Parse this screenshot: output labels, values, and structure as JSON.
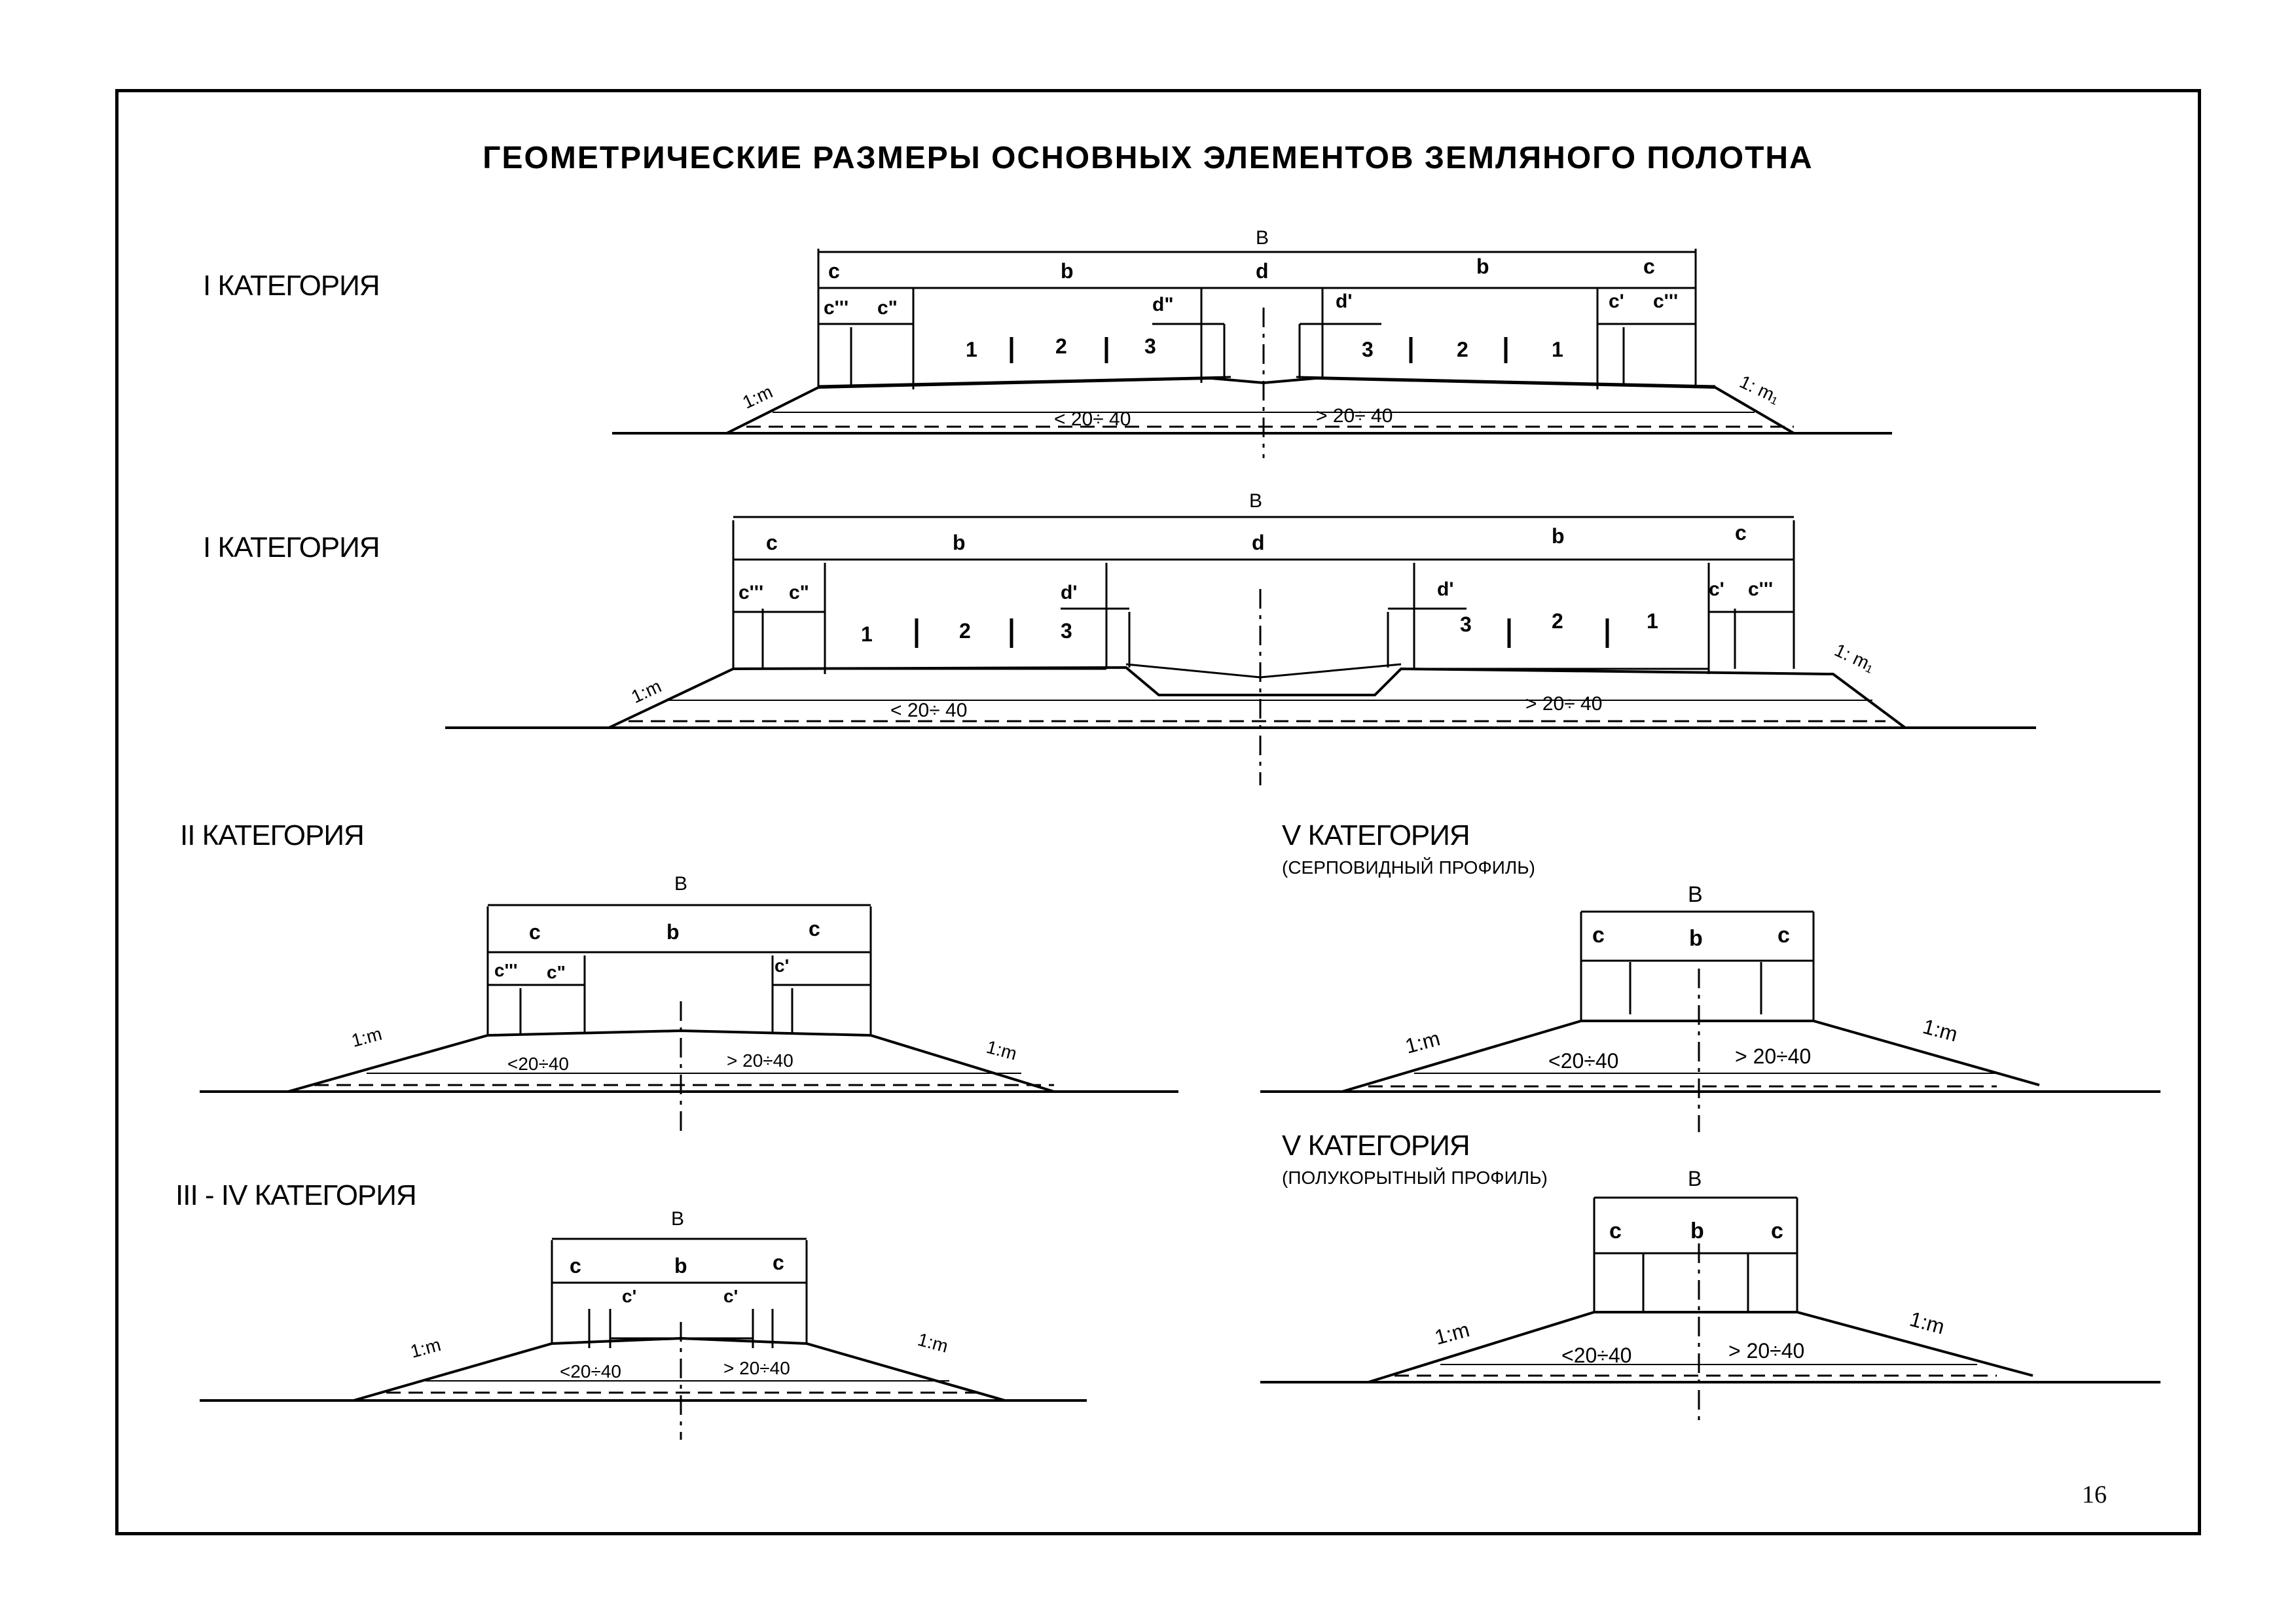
{
  "page": {
    "title": "ГЕОМЕТРИЧЕСКИЕ РАЗМЕРЫ ОСНОВНЫХ ЭЛЕМЕНТОВ ЗЕМЛЯНОГО ПОЛОТНА",
    "page_number": "16"
  },
  "sections": {
    "cat1a": {
      "label": "I КАТЕГОРИЯ"
    },
    "cat1b": {
      "label": "I КАТЕГОРИЯ"
    },
    "cat2": {
      "label": "II КАТЕГОРИЯ"
    },
    "cat34": {
      "label": "III - IV КАТЕГОРИЯ"
    },
    "cat5a": {
      "label": "V КАТЕГОРИЯ",
      "sublabel": "(СЕРПОВИДНЫЙ ПРОФИЛЬ)"
    },
    "cat5b": {
      "label": "V КАТЕГОРИЯ",
      "sublabel": "(ПОЛУКОРЫТНЫЙ ПРОФИЛЬ)"
    }
  },
  "labels": {
    "B": "B",
    "b": "b",
    "c": "c",
    "d": "d",
    "c1": "c'",
    "c2": "c\"",
    "c3": "c'''",
    "d1": "d'",
    "d2": "d\"",
    "lane1": "1",
    "lane2": "2",
    "lane3": "3",
    "slope_m": "1:m",
    "slope_m1": "1: m₁",
    "slope_left": "< 20÷ 40",
    "slope_right": "> 20÷ 40",
    "slope_left_tight": "<20÷40",
    "slope_right_tight": "> 20÷40"
  }
}
